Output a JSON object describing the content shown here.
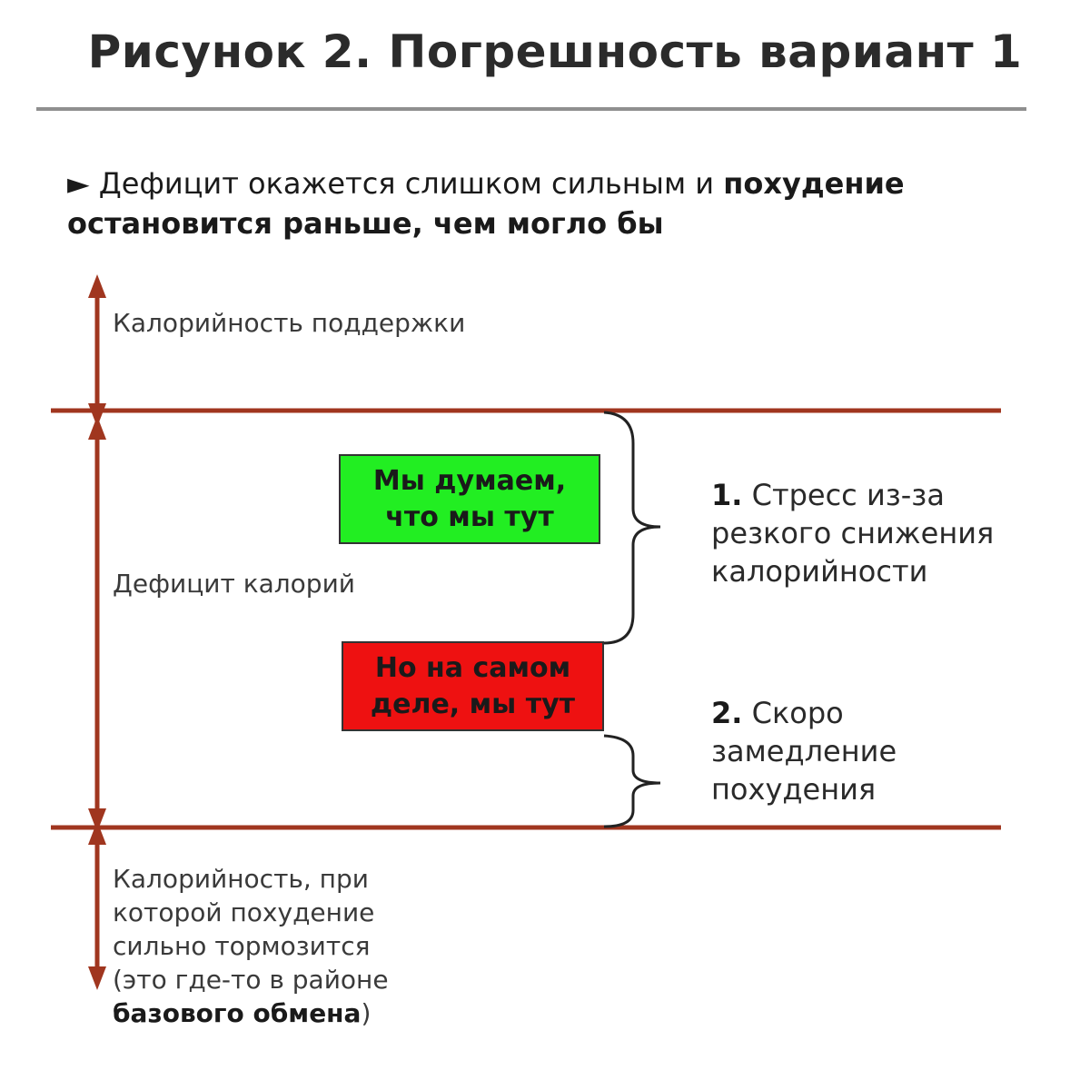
{
  "title": "Рисунок 2. Погрешность вариант 1",
  "intro": {
    "marker": "►",
    "text_plain": "Дефицит окажется слишком сильным и ",
    "text_bold": "похудение остановится раньше, чем могло бы"
  },
  "levels": {
    "maintenance_label": "Калорийность поддержки",
    "deficit_label": "Дефицит калорий",
    "lower_label_plain": "Калорийность, при которой похудение сильно тормозится (это где-то в районе ",
    "lower_label_bold": "базового обмена",
    "lower_label_end": ")"
  },
  "boxes": {
    "think_label": "Мы думаем, что мы тут",
    "actual_label": "Но на самом деле, мы тут"
  },
  "reasons": {
    "first_number": "1.",
    "first_text": "Стресс из-за резкого снижения калорийности",
    "second_number": "2.",
    "second_text": "Скоро замедление похудения"
  },
  "colors": {
    "axis": "#a0361f",
    "think_box": "#22ee22",
    "actual_box": "#ee1111"
  }
}
